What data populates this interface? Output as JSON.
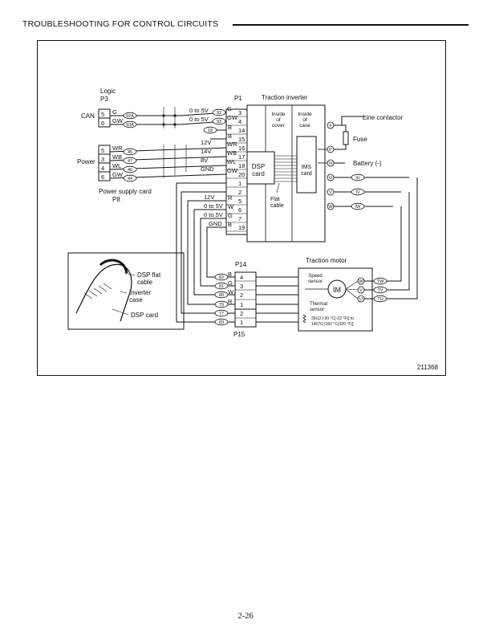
{
  "header": {
    "title": "TROUBLESHOOTING FOR CONTROL CIRCUITS"
  },
  "logic": {
    "title": "Logic",
    "connector": "P3",
    "can_label": "CAN"
  },
  "power": {
    "label": "Power",
    "card": "Power supply card",
    "connector": "P8"
  },
  "inverter": {
    "title": "Traction inverter",
    "connector": "P1",
    "dsp_card": "DSP\ncard",
    "ims_card": "IMS\ncard",
    "inside_cover": "Inside\nof\ncover",
    "inside_case": "Inside\nof\ncase",
    "flat_cable": "Flat\ncable"
  },
  "outputs": {
    "line_contactor": "Line contactor",
    "fuse": "Fuse",
    "battery": "Battery (-)"
  },
  "motor": {
    "title": "Traction motor",
    "speed_sensor": "Speed\nsensor",
    "thermal_sensor": "Thermal\nsensor",
    "im": "IM",
    "spec_line1": "391Ω [-30 °C(-22 °F)] to",
    "spec_line2": "1407Ω [160 °C(320 °F)]"
  },
  "connectors": {
    "p14": "P14",
    "p15": "P15"
  },
  "inset": {
    "dsp_flat_cable": "DSP flat\ncable",
    "inverter_case": "Inverter\ncase",
    "dsp_card": "DSP card"
  },
  "figure_number": "211368",
  "page_number": "2-26",
  "can_rows": [
    {
      "pin": "5",
      "color": "G",
      "wire": "92A",
      "signal": "0 to 5V",
      "wire2": "92",
      "color2": "G",
      "p1pin": "3"
    },
    {
      "pin": "6",
      "color": "GW",
      "wire": "93A",
      "signal": "0 to 5V",
      "wire2": "93",
      "color2": "GW",
      "p1pin": "4"
    }
  ],
  "extra_rows": [
    {
      "wire": "18",
      "color": "B",
      "p1pin": "14"
    },
    {
      "wire": "",
      "color": "B",
      "p1pin": "15"
    }
  ],
  "power_rows": [
    {
      "pin": "5",
      "color": "WR",
      "wire": "45",
      "signal": "12V",
      "color2": "WR",
      "p1pin": "16"
    },
    {
      "pin": "3",
      "color": "WB",
      "wire": "47",
      "signal": "14V",
      "color2": "WB",
      "p1pin": "17"
    },
    {
      "pin": "4",
      "color": "WL",
      "wire": "46",
      "signal": "8V",
      "color2": "WL",
      "p1pin": "18"
    },
    {
      "pin": "6",
      "color": "GW",
      "wire": "44",
      "signal": "GND",
      "color2": "GW",
      "p1pin": "20"
    }
  ],
  "p1_lower": [
    {
      "p1pin": "1",
      "signal": "",
      "color": ""
    },
    {
      "p1pin": "2",
      "signal": "",
      "color": ""
    },
    {
      "p1pin": "5",
      "signal": "12V",
      "color": "R"
    },
    {
      "p1pin": "6",
      "signal": "0 to 5V",
      "color": "W"
    },
    {
      "p1pin": "7",
      "signal": "0 to 5V",
      "color": "G"
    },
    {
      "p1pin": "19",
      "signal": "GND",
      "color": "B"
    }
  ],
  "p14_rows": [
    {
      "wire": "82",
      "color": "B",
      "pin": "4"
    },
    {
      "wire": "81",
      "color": "G",
      "pin": "3"
    },
    {
      "wire": "80",
      "color": "W",
      "pin": "2"
    },
    {
      "wire": "79",
      "color": "R",
      "pin": "1"
    }
  ],
  "p15_rows": [
    {
      "wire": "77",
      "pin": "2"
    },
    {
      "wire": "83",
      "pin": "1"
    }
  ],
  "terminals": [
    {
      "code": "P",
      "label": ""
    },
    {
      "code": "N",
      "label": ""
    },
    {
      "code": "U",
      "label": "IU"
    },
    {
      "code": "V",
      "label": "IV"
    },
    {
      "code": "W",
      "label": "IW"
    }
  ],
  "motor_terminals": [
    {
      "code": "W",
      "label": "TW"
    },
    {
      "code": "V",
      "label": "TV"
    },
    {
      "code": "U",
      "label": "TU"
    }
  ]
}
